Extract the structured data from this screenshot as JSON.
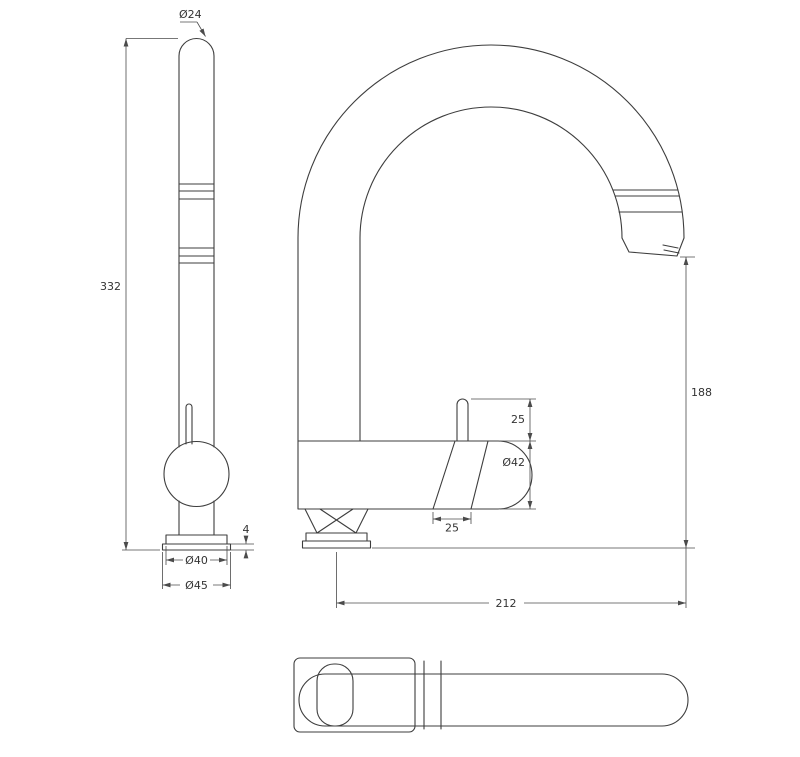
{
  "colors": {
    "background": "#ffffff",
    "line": "#3d3d3d",
    "dimension_line": "#4b4b4b",
    "text": "#333333"
  },
  "side_view": {
    "spout_tube_diameter": "Ø24",
    "overall_height": "332",
    "base_plate_thickness": "4",
    "base_upper_diameter": "Ø40",
    "base_flange_diameter": "Ø45"
  },
  "front_view": {
    "handle_height": "25",
    "body_diameter": "Ø42",
    "handle_base_width": "25",
    "outlet_height": "188",
    "spout_reach": "212"
  }
}
